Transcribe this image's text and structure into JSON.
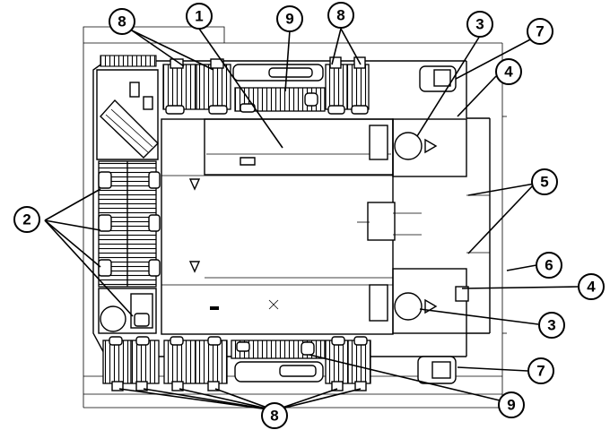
{
  "diagram": {
    "callouts": [
      {
        "id": "callout-1a",
        "label": "1"
      },
      {
        "id": "callout-2a",
        "label": "2"
      },
      {
        "id": "callout-3a",
        "label": "3"
      },
      {
        "id": "callout-3b",
        "label": "3"
      },
      {
        "id": "callout-4a",
        "label": "4"
      },
      {
        "id": "callout-4b",
        "label": "4"
      },
      {
        "id": "callout-5a",
        "label": "5"
      },
      {
        "id": "callout-6a",
        "label": "6"
      },
      {
        "id": "callout-7a",
        "label": "7"
      },
      {
        "id": "callout-7b",
        "label": "7"
      },
      {
        "id": "callout-8a",
        "label": "8"
      },
      {
        "id": "callout-8b",
        "label": "8"
      },
      {
        "id": "callout-8c",
        "label": "8"
      },
      {
        "id": "callout-9a",
        "label": "9"
      },
      {
        "id": "callout-9b",
        "label": "9"
      }
    ]
  }
}
